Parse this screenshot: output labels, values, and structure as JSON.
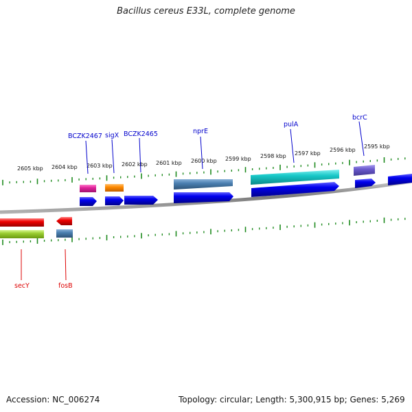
{
  "title": "Bacillus cereus E33L, complete genome",
  "footer": {
    "accession": "Accession: NC_006274",
    "summary": "Topology: circular; Length: 5,300,915 bp; Genes: 5,269"
  },
  "ruler_labels": [
    "2605 kbp",
    "2604 kbp",
    "2603 kbp",
    "2602 kbp",
    "2601 kbp",
    "2600 kbp",
    "2599 kbp",
    "2598 kbp",
    "2597 kbp",
    "2596 kbp",
    "2595 kbp"
  ],
  "gene_labels": {
    "forward": [
      "BCZK2467",
      "sigX",
      "BCZK2465",
      "nprE",
      "pulA",
      "bcrC"
    ],
    "reverse": [
      "secY",
      "fosB"
    ]
  },
  "colors": {
    "backbone": "#8a8a8a",
    "ticks": "#1e8a1e",
    "forward_label": "#0000cc",
    "reverse_label": "#dd0000",
    "cds": "#0000ee",
    "magenta": "#e0229a",
    "orange": "#ff8a00",
    "steelblue": "#4a7fb0",
    "cyan": "#18c8c8",
    "slateblue": "#6a5acd",
    "red": "#ee0000",
    "yellowgreen": "#9acd32"
  }
}
